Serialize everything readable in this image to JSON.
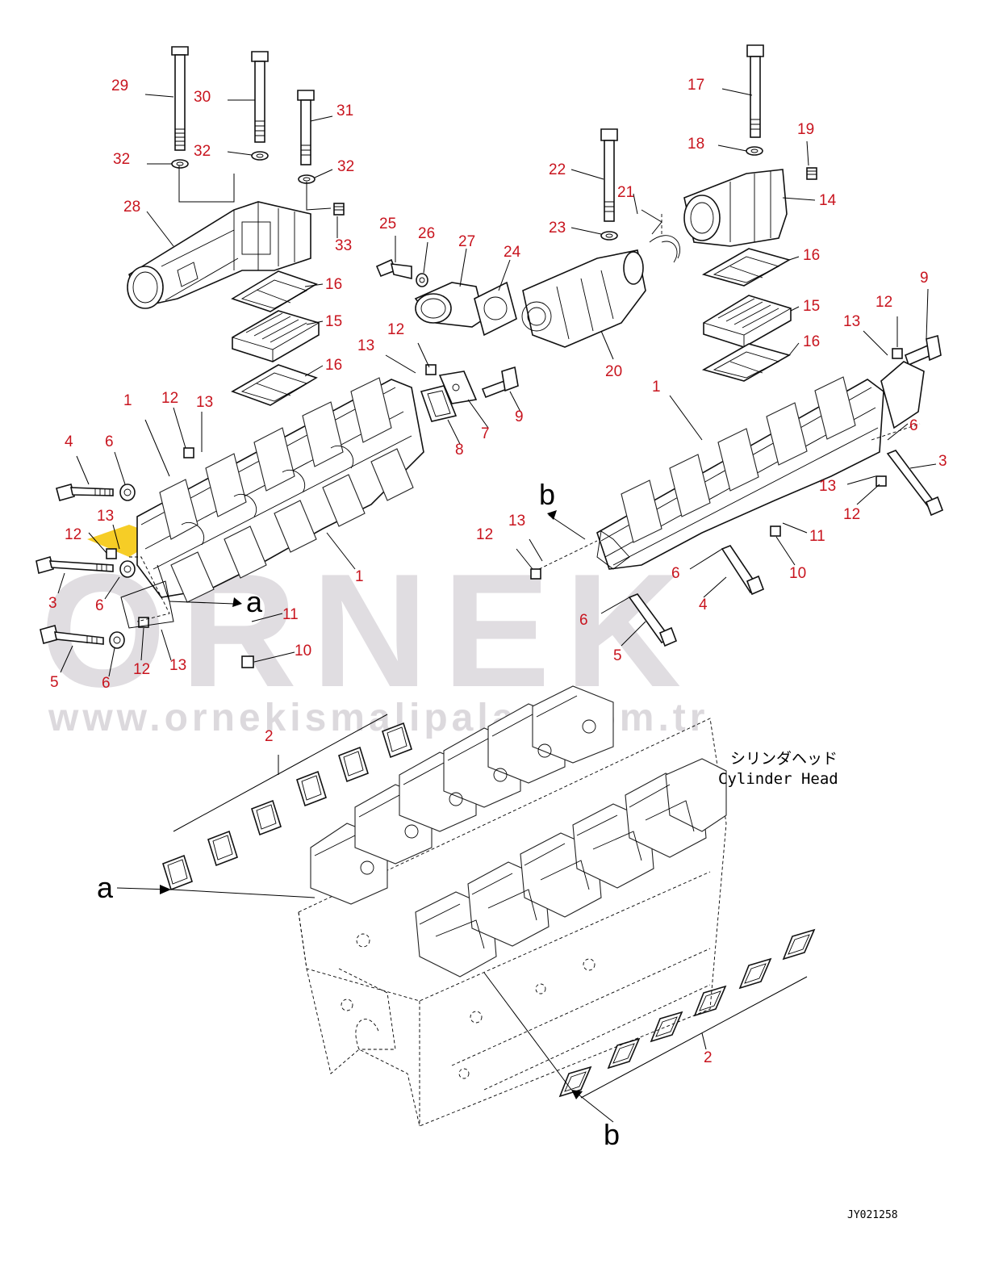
{
  "watermark": {
    "brand": "ORNEK",
    "url": "www.ornekismalipalari.com.tr",
    "accent_color": "#f5c400"
  },
  "diagram": {
    "callout_color": "#c8141e",
    "callouts": [
      "1",
      "2",
      "3",
      "4",
      "5",
      "6",
      "7",
      "8",
      "9",
      "10",
      "11",
      "12",
      "13",
      "14",
      "15",
      "16",
      "17",
      "18",
      "19",
      "20",
      "21",
      "22",
      "23",
      "24",
      "25",
      "26",
      "27",
      "28",
      "29",
      "30",
      "31",
      "32",
      "33"
    ],
    "reference_letters": [
      "a",
      "b"
    ],
    "cylinder_head_label_jp": "シリンダヘッド",
    "cylinder_head_label_en": "Cylinder Head",
    "drawing_code": "JY021258"
  }
}
